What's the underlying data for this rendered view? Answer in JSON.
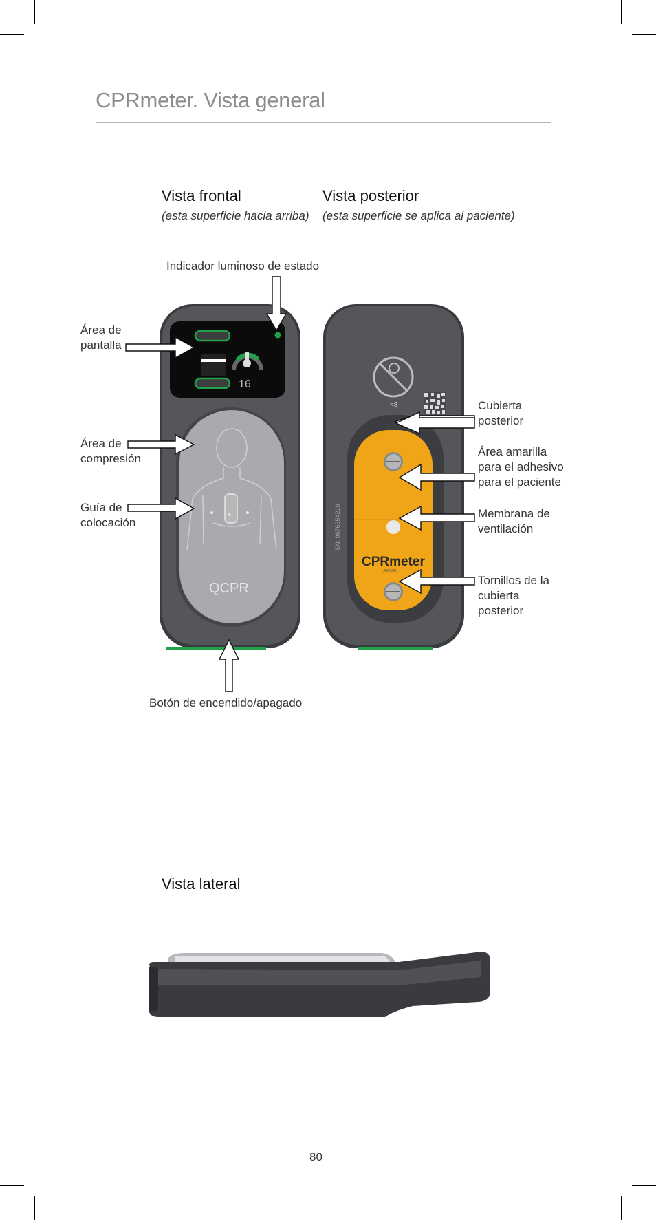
{
  "title": "CPRmeter. Vista general",
  "front": {
    "heading": "Vista frontal",
    "subtitle": "(esta superficie hacia arriba)"
  },
  "back": {
    "heading": "Vista posterior",
    "subtitle": "(esta superficie se aplica al paciente)"
  },
  "side": {
    "heading": "Vista lateral"
  },
  "labels": {
    "status_light": "Indicador luminoso de estado",
    "display_area": [
      "Área de",
      "pantalla"
    ],
    "compression_area": [
      "Área de",
      "compresión"
    ],
    "placement_guide": [
      "Guía de",
      "colocación"
    ],
    "power_button": "Botón de encendido/apagado",
    "back_cover": [
      "Cubierta",
      "posterior"
    ],
    "yellow_area": [
      "Área amarilla",
      "para el adhesivo",
      "para el paciente"
    ],
    "vent_membrane": [
      "Membrana de",
      "ventilación"
    ],
    "cover_screws": [
      "Tornillos de la",
      "cubierta",
      "posterior"
    ]
  },
  "device": {
    "display_counter": "16",
    "brand_front": "QCPR",
    "brand_back": "CPRmeter",
    "brand_back_sub": "LAERDAL",
    "serial": "SN: 9876354210",
    "age_mark": "<8",
    "colors": {
      "body": "#4f5053",
      "body_dark": "#3a3b3e",
      "screen": "#0b0b0b",
      "pad": "#a9aaad",
      "yellow": "#f0a519",
      "green": "#1fa24a"
    }
  },
  "page_number": "80"
}
